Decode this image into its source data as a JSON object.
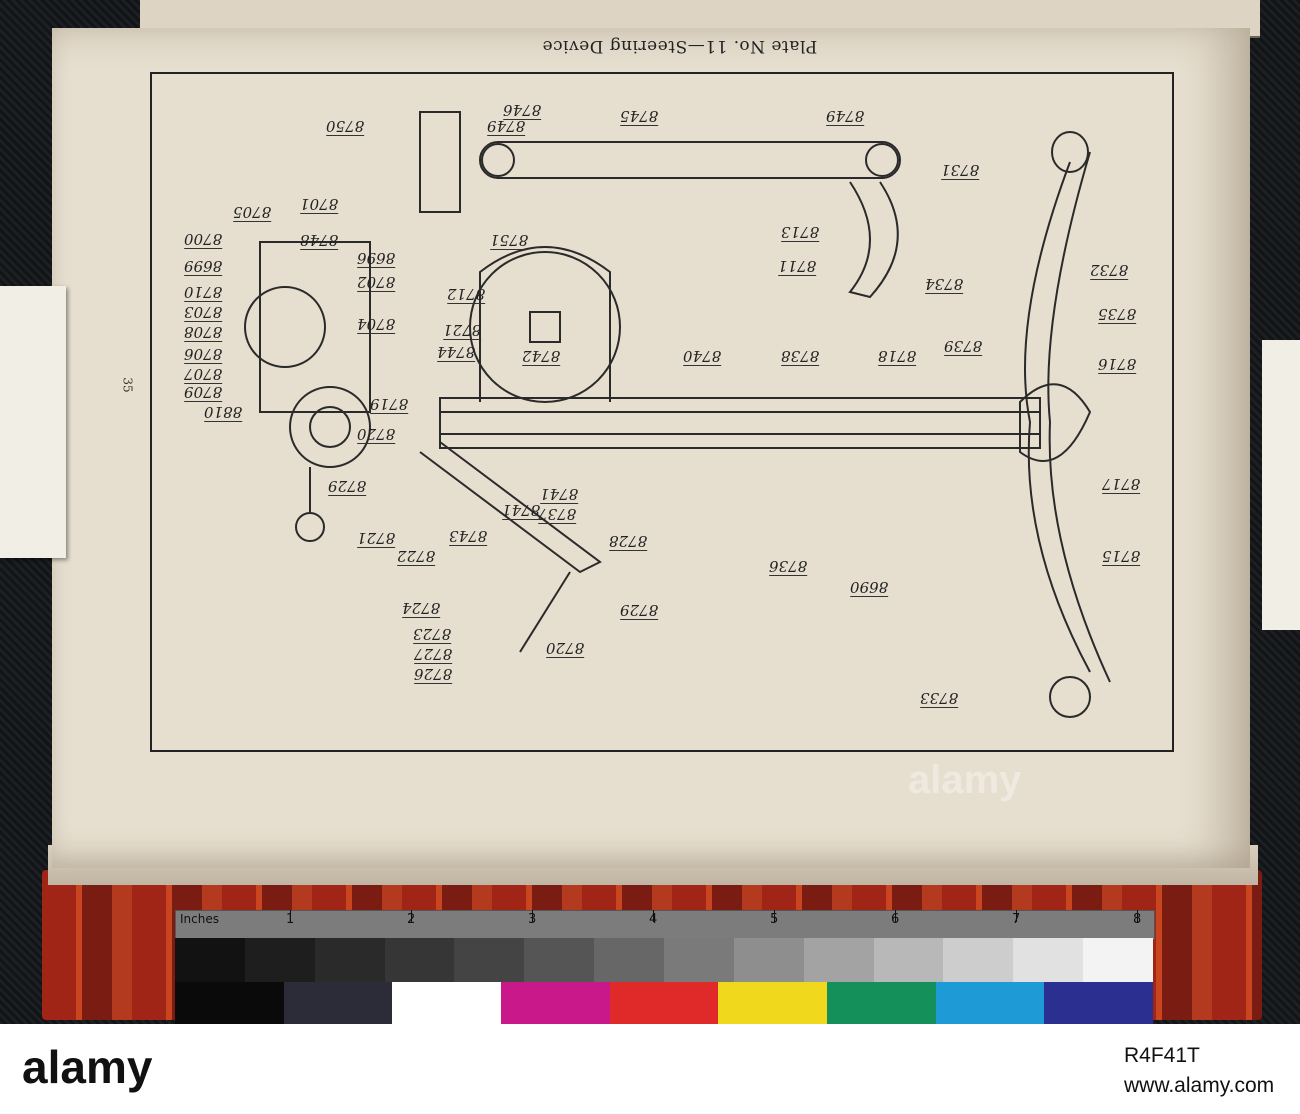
{
  "plate_title": "Plate No. 11—Steering Device",
  "page_number": "35",
  "part_labels": [
    "8750",
    "8746",
    "8749",
    "8745",
    "8749",
    "8731",
    "8705",
    "8701",
    "8748",
    "8751",
    "8713",
    "8700",
    "8696",
    "8711",
    "8699",
    "8702",
    "8710",
    "8712",
    "8732",
    "8734",
    "8703",
    "8704",
    "8721",
    "8708",
    "8744",
    "8742",
    "8740",
    "8738",
    "8718",
    "8739",
    "8735",
    "8706",
    "8707",
    "8709",
    "8716",
    "8810",
    "8719",
    "8720",
    "8729",
    "8741",
    "8737",
    "8741",
    "8717",
    "8721",
    "8743",
    "8728",
    "8722",
    "8736",
    "8690",
    "8715",
    "8724",
    "8729",
    "8723",
    "8720",
    "8727",
    "8726",
    "8733"
  ],
  "ruler": {
    "label": "Inches",
    "numbers": [
      "1",
      "2",
      "3",
      "4",
      "5",
      "6",
      "7",
      "8"
    ]
  },
  "swatch_colors": [
    "#2b2f8f",
    "#1e9ad6",
    "#14915a",
    "#f0d81c",
    "#e02a2a",
    "#c8188a",
    "#ffffff",
    "#2c2c38",
    "#0a0a0a"
  ],
  "grey_steps": [
    "#121212",
    "#1e1e1e",
    "#2a2a2a",
    "#363636",
    "#444",
    "#555",
    "#676767",
    "#7a7a7a",
    "#8e8e8e",
    "#a3a3a3",
    "#b8b8b8",
    "#cdcdcd",
    "#e1e1e1",
    "#f3f3f3"
  ],
  "watermark": "alamy",
  "footer": {
    "logo": "alamy",
    "image_id": "R4F41T",
    "site": "www.alamy.com"
  }
}
